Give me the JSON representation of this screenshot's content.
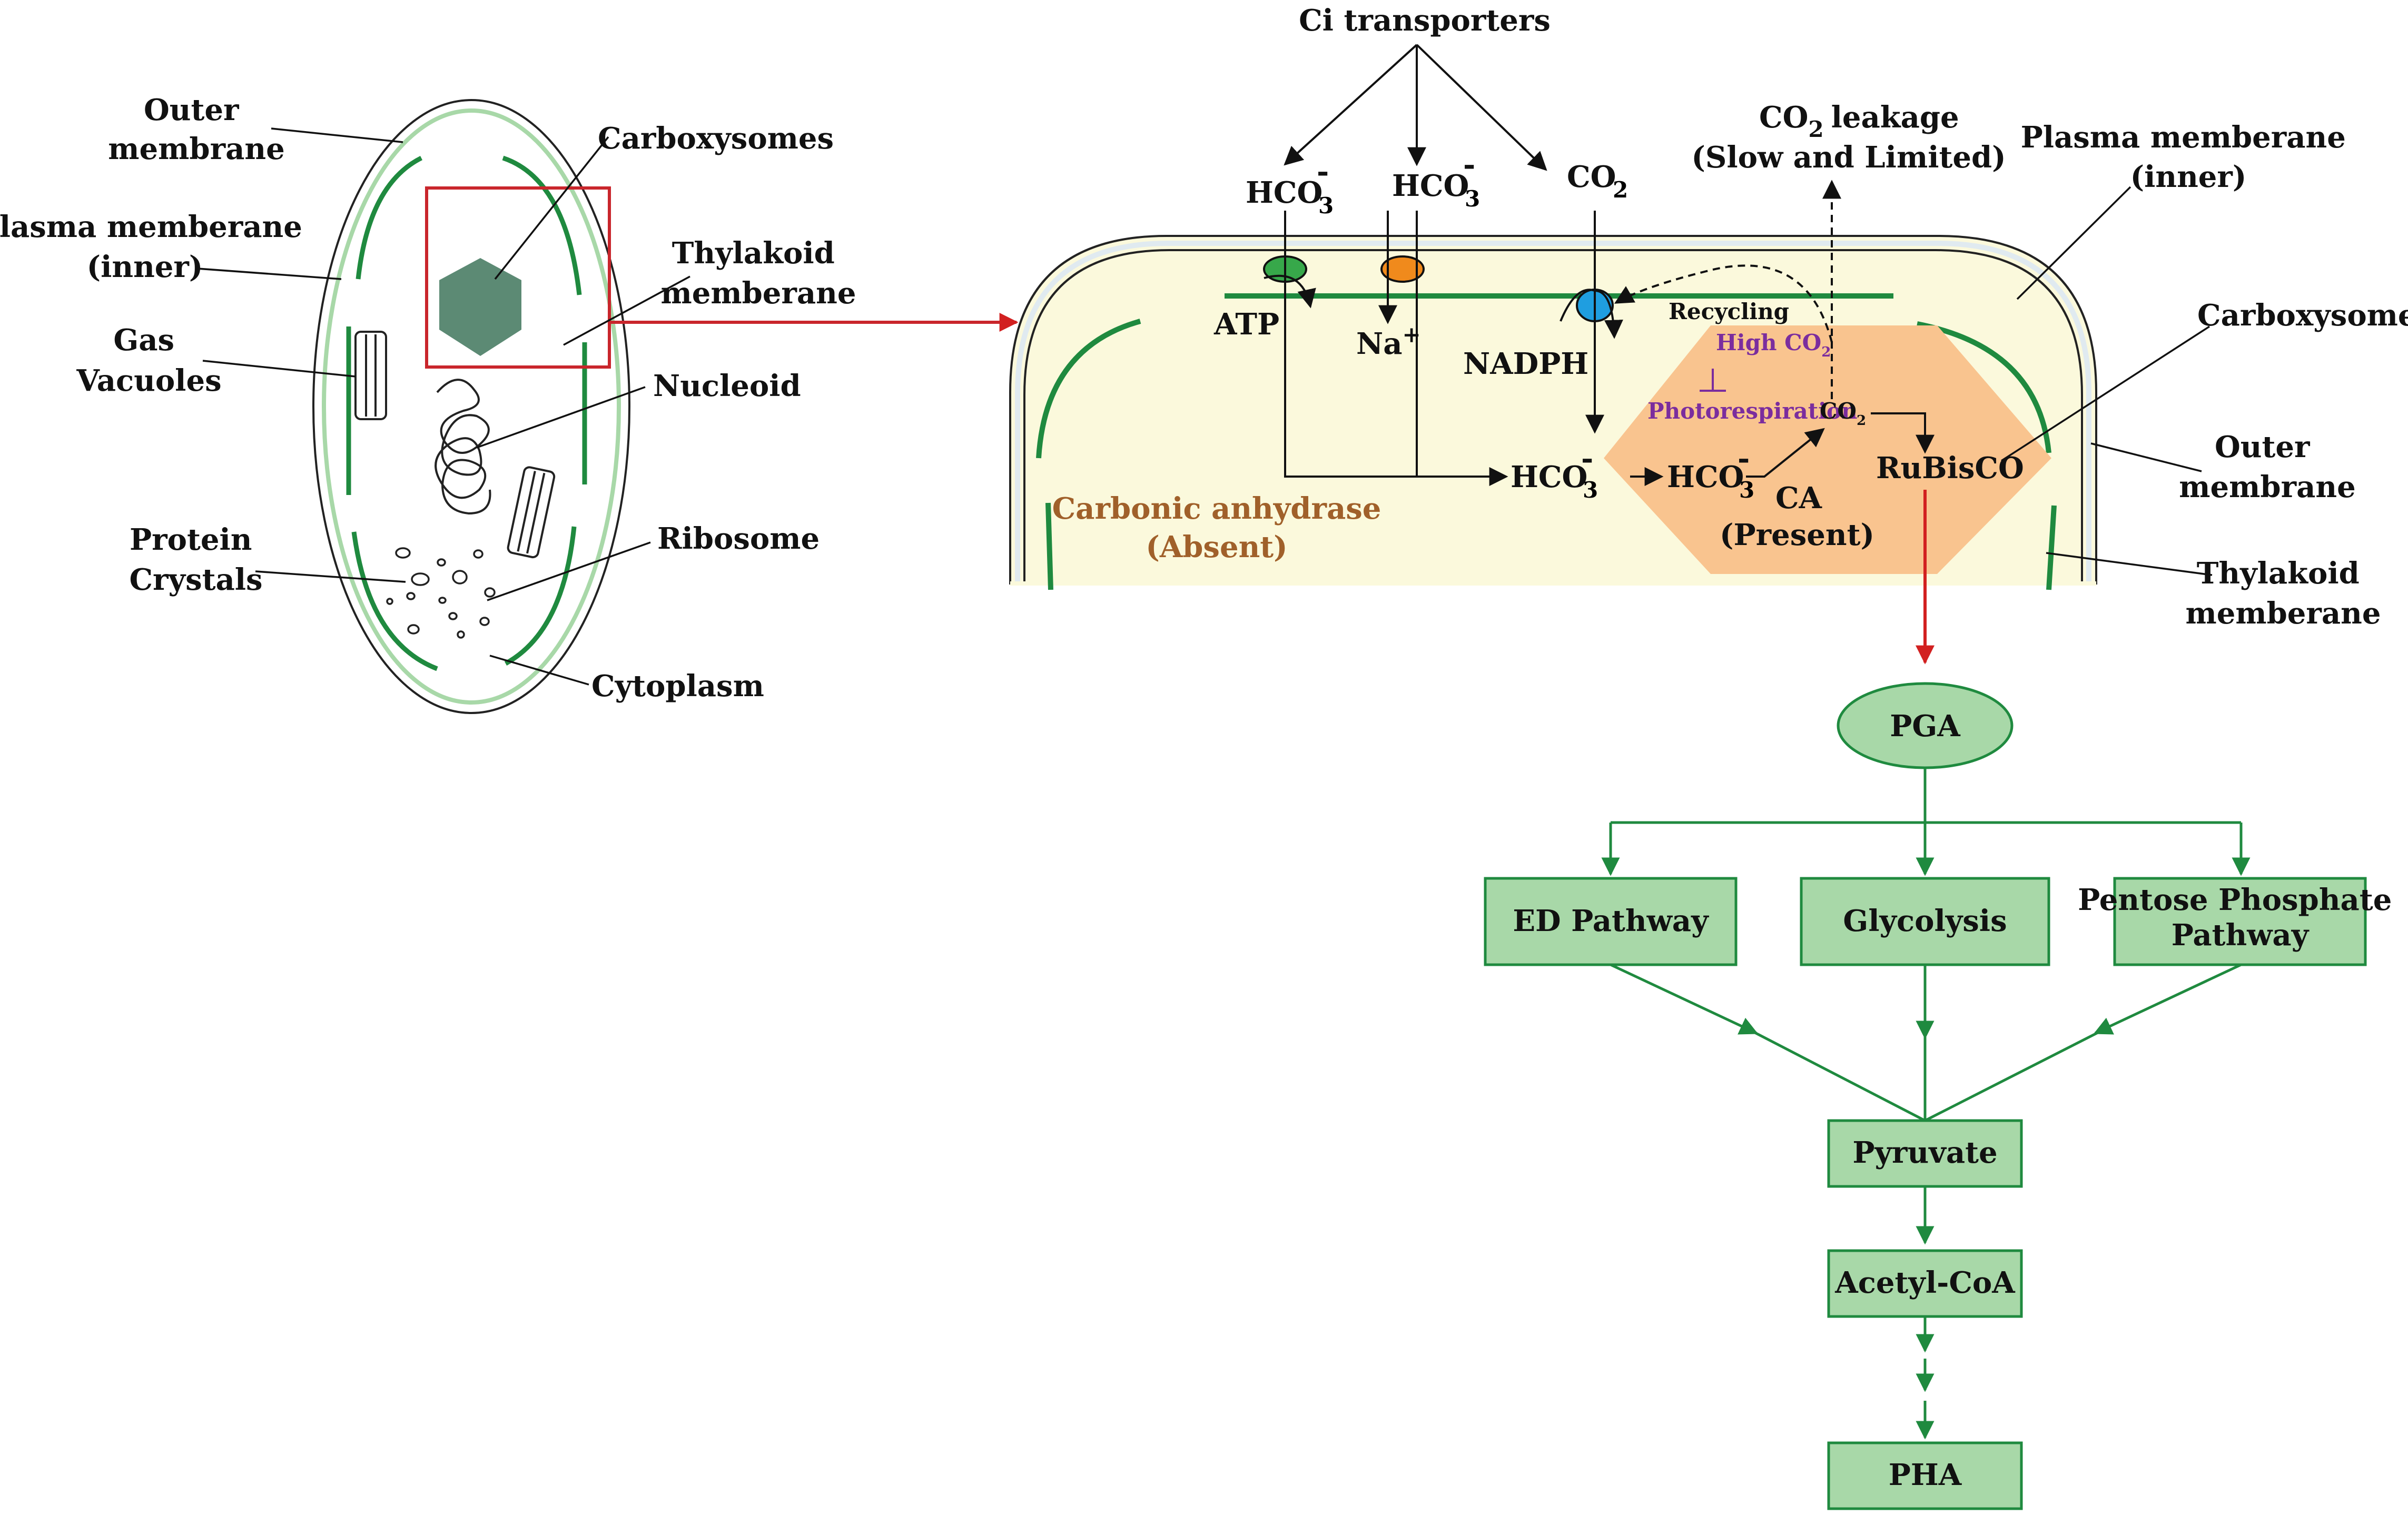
{
  "cell_labels": {
    "outer_membrane": [
      "Outer",
      "membrane"
    ],
    "carboxysomes": "Carboxysomes",
    "plasma_membrane": [
      "Plasma memberane",
      "(inner)"
    ],
    "thylakoid": [
      "Thylakoid",
      "memberane"
    ],
    "gas_vacuoles": [
      "Gas",
      "Vacuoles"
    ],
    "nucleoid": "Nucleoid",
    "protein_crystals": [
      "Protein",
      "Crystals"
    ],
    "ribosome": "Ribosome",
    "cytoplasm": "Cytoplasm"
  },
  "zoom_labels": {
    "ci_transporters": "Ci transporters",
    "hco3_a": "HCO",
    "hco3_b": "HCO",
    "co2_in": "CO",
    "co2_leak": [
      "CO",
      "leakage"
    ],
    "slow_limited": "(Slow and Limited)",
    "plasma_membrane": [
      "Plasma memberane",
      "(inner)"
    ],
    "carboxysomes": "Carboxysomes",
    "outer_membrane": [
      "Outer",
      "membrane"
    ],
    "thylakoid": [
      "Thylakoid",
      "memberane"
    ],
    "atp": "ATP",
    "na": "Na",
    "nadph": "NADPH",
    "recycling": "Recycling",
    "high_co2": "High CO",
    "photorespiration": "Photorespiration",
    "co2_inside": "CO",
    "rubisco": "RuBisCO",
    "hco3_cyto": "HCO",
    "hco3_carb": "HCO",
    "ca": "CA",
    "present": "(Present)",
    "carbonic_anhydrase": "Carbonic anhydrase",
    "absent": "(Absent)",
    "sub_3": "3",
    "sub_2": "2",
    "sup_minus": "-",
    "sup_plus": "+"
  },
  "pathway": {
    "pga": "PGA",
    "ed": "ED Pathway",
    "glycolysis": "Glycolysis",
    "ppp": [
      "Pentose Phosphate",
      "Pathway"
    ],
    "pyruvate": "Pyruvate",
    "acetyl": "Acetyl-CoA",
    "pha": "PHA"
  },
  "colors": {
    "green_line": "#1f8a3f",
    "box_fill": "#a8d8a8",
    "hexagon": "#f9c48f",
    "cell_fill": "#fbf9dc",
    "red_arrow": "#d22020"
  }
}
